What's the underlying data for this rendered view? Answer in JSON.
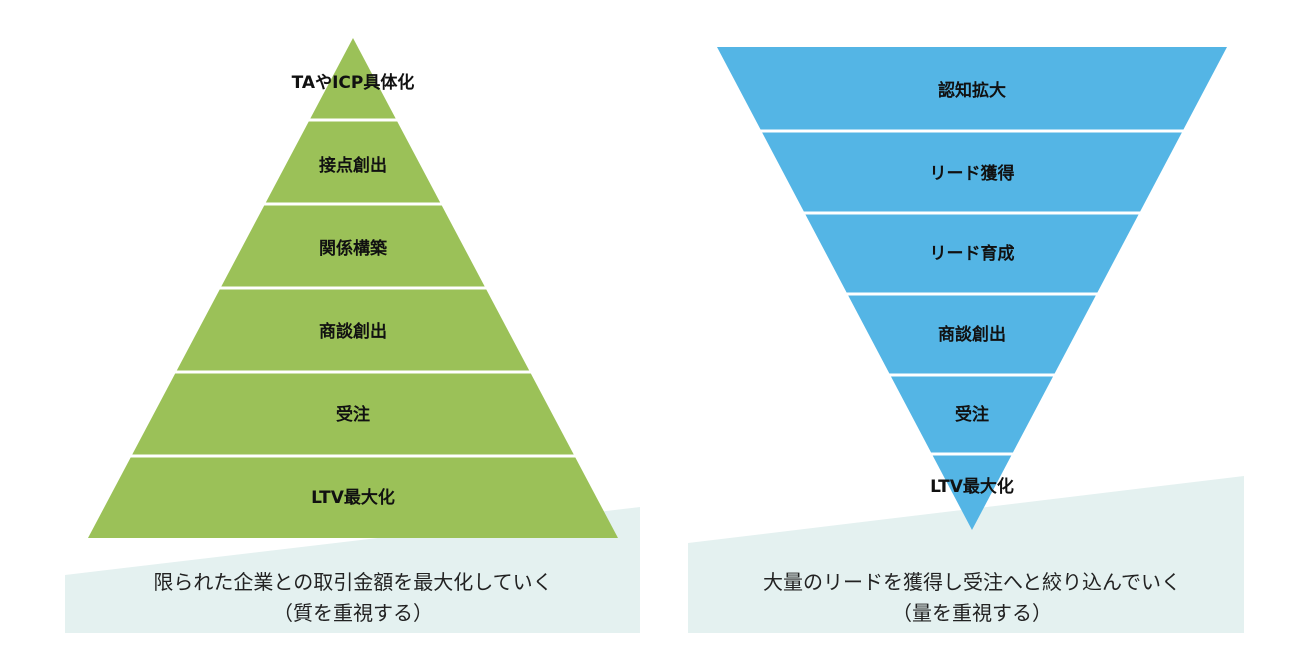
{
  "colors": {
    "pyramid": "#9bc158",
    "funnel": "#54b5e5",
    "backdrop": "#e4f1f0",
    "divider": "#ffffff",
    "text": "#111111"
  },
  "pyramid": {
    "layers": [
      "TAやICP具体化",
      "接点創出",
      "関係構築",
      "商談創出",
      "受注",
      "LTV最大化"
    ],
    "caption_line1": "限られた企業との取引金額を最大化していく",
    "caption_line2": "（質を重視する）"
  },
  "funnel": {
    "layers": [
      "認知拡大",
      "リード獲得",
      "リード育成",
      "商談創出",
      "受注",
      "LTV最大化"
    ],
    "caption_line1": "大量のリードを獲得し受注へと絞り込んでいく",
    "caption_line2": "（量を重視する）"
  }
}
